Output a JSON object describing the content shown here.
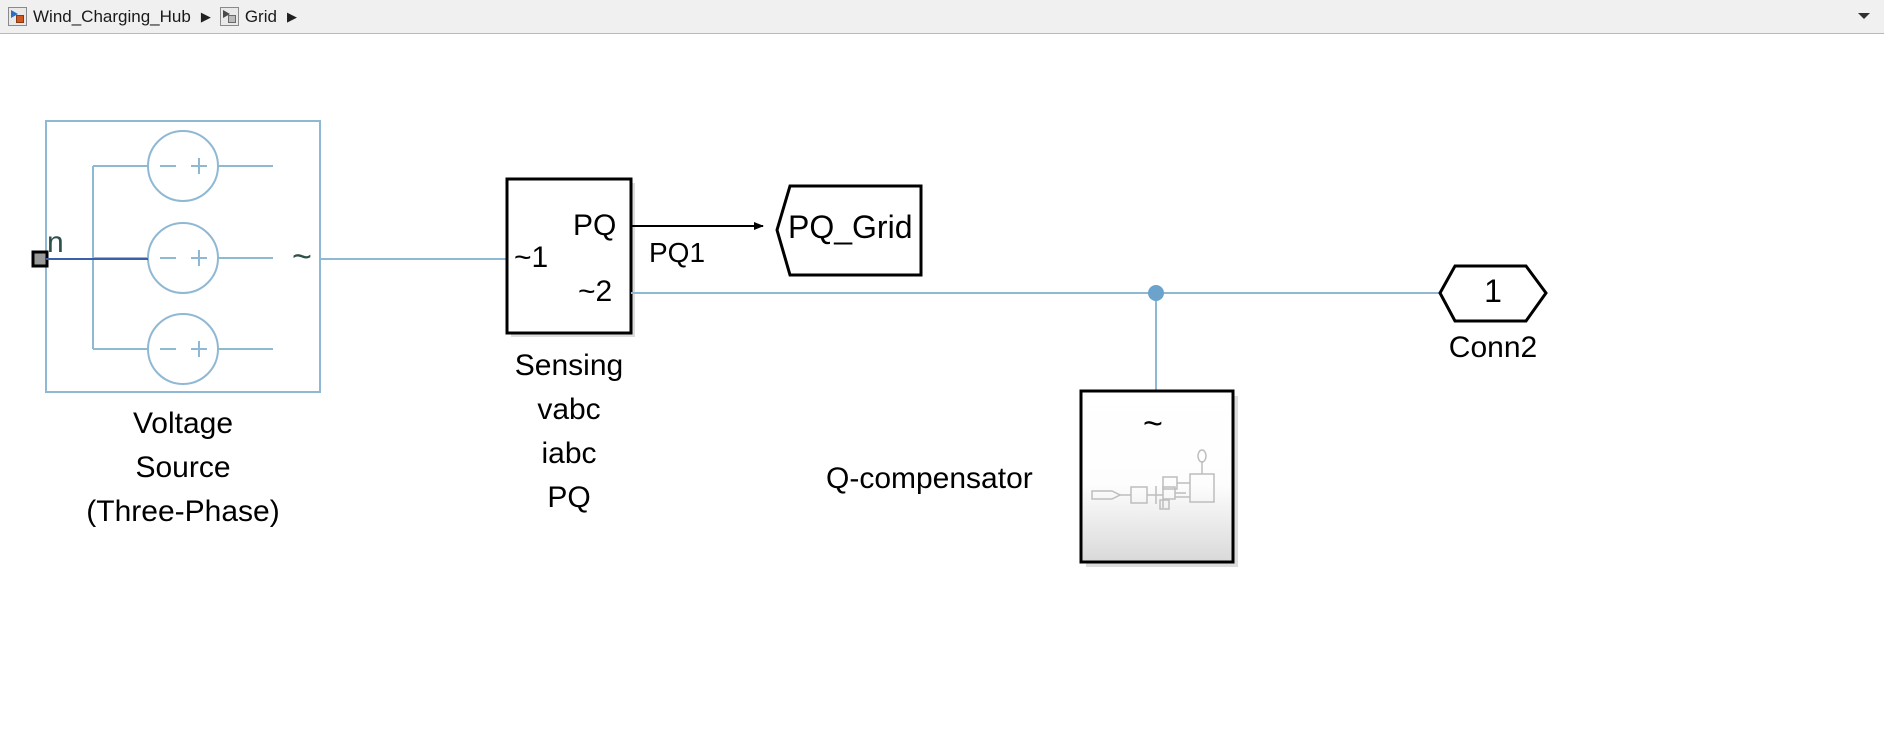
{
  "window": {
    "breadcrumb": {
      "items": [
        {
          "label": "Wind_Charging_Hub",
          "icon": "simulink-model-icon",
          "separator": "▶"
        },
        {
          "label": "Grid",
          "icon": "simulink-subsystem-icon",
          "separator": "▶"
        }
      ],
      "overflow_caret": "▼"
    }
  },
  "diagram": {
    "type": "simulink-block-diagram",
    "colors": {
      "physical_wire": "#8fb8d4",
      "signal_wire": "#000000",
      "block_border": "#000000",
      "source_border": "#8fb8d4",
      "port_label_green": "#2f4f4a",
      "canvas": "#ffffff",
      "junction_dot": "#6ba3cc"
    },
    "blocks": [
      {
        "id": "voltage-source",
        "name": "Voltage\nSource\n(Three-Phase)",
        "name_lines": [
          "Voltage",
          "Source",
          "(Three-Phase)"
        ],
        "kind": "three-phase-voltage-source",
        "phase_count": 3,
        "phase_symbols": [
          "−",
          "+"
        ],
        "ports": [
          {
            "label": "n",
            "side": "left",
            "kind": "physical"
          },
          {
            "label": "~",
            "side": "right",
            "kind": "physical"
          }
        ]
      },
      {
        "id": "sensing",
        "name_lines": [
          "Sensing",
          "vabc",
          "iabc",
          "PQ"
        ],
        "kind": "subsystem",
        "ports": [
          {
            "label": "~1",
            "side": "left",
            "kind": "physical"
          },
          {
            "label": "PQ",
            "side": "right",
            "kind": "signal"
          },
          {
            "label": "~2",
            "side": "right",
            "kind": "physical"
          }
        ]
      },
      {
        "id": "pq-grid",
        "name": "PQ_Grid",
        "kind": "goto-tag",
        "shape": "hexagon"
      },
      {
        "id": "q-compensator",
        "name": "Q-compensator",
        "kind": "subsystem-masked",
        "ports": [
          {
            "label": "~",
            "side": "top",
            "kind": "physical"
          }
        ]
      },
      {
        "id": "conn2",
        "name": "Conn2",
        "number": "1",
        "kind": "physical-connection-port",
        "shape": "hexagon"
      }
    ],
    "signals": [
      {
        "label": "PQ1",
        "from": "sensing.PQ",
        "to": "pq-grid",
        "kind": "signal"
      }
    ],
    "connections": [
      {
        "from": "voltage-source.~",
        "to": "sensing.~1",
        "kind": "physical"
      },
      {
        "from": "sensing.~2",
        "to": "conn2",
        "kind": "physical",
        "branch_to": "q-compensator.~"
      }
    ]
  }
}
